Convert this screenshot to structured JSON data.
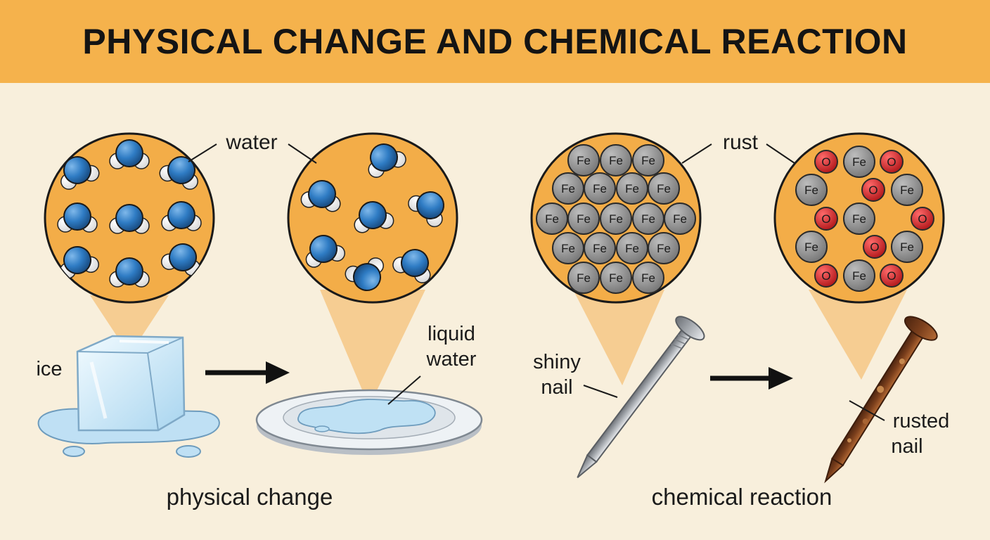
{
  "title": "PHYSICAL CHANGE AND CHEMICAL REACTION",
  "labels": {
    "water": "water",
    "ice": "ice",
    "liquid_water": [
      "liquid",
      "water"
    ],
    "physical_change": "physical change",
    "rust": "rust",
    "shiny_nail": [
      "shiny",
      "nail"
    ],
    "rusted_nail": [
      "rusted",
      "nail"
    ],
    "chemical_reaction": "chemical reaction"
  },
  "atoms": {
    "iron": "Fe",
    "oxygen": "O"
  },
  "colors": {
    "banner": "#f5b24c",
    "background": "#f8efdc",
    "circle_fill": "#f3ad48",
    "water_oxygen": "#2f7cc4",
    "hydrogen": "#ffffff",
    "iron_atom": "#8e8e8e",
    "oxygen_atom": "#d8282b",
    "ice": "#cfe7f7",
    "rust": "#8a4a24",
    "steel": "#b9bcc0"
  },
  "icons": [
    "ice-cube",
    "water-puddle-plate",
    "shiny-nail",
    "rusted-nail",
    "arrow-right"
  ]
}
